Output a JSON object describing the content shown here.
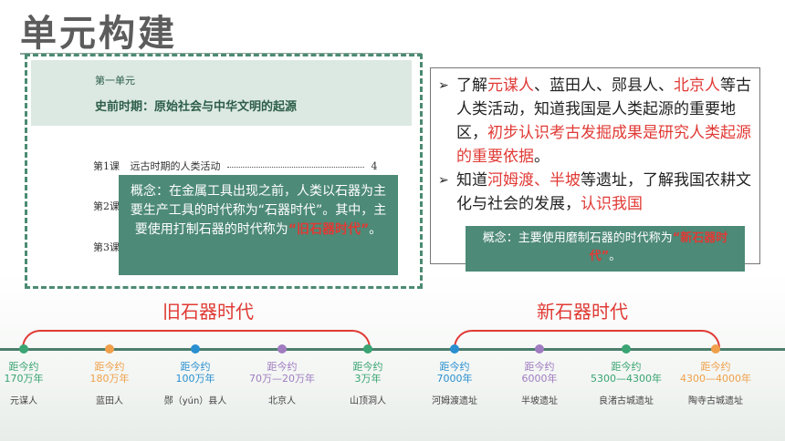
{
  "header": {
    "title": "单元构建"
  },
  "textbook": {
    "unit_no": "第一单元",
    "unit_title": "史前时期：原始社会与中华文明的起源",
    "lessons": [
      {
        "label": "第1课",
        "title": "远古时期的人类活动",
        "page": "4"
      },
      {
        "label": "第2课",
        "title": "",
        "page": ""
      },
      {
        "label": "第3课",
        "title": "",
        "page": ""
      }
    ]
  },
  "popup_old": {
    "text_a": "概念：在金属工具出现之前，人类以石器为主要生产工具的时代称为“石器时代”。其中，主要使用打制石器的时代称为",
    "highlight": "“旧石器时代”",
    "text_b": "。"
  },
  "popup_new": {
    "text_a": "概念：主要使用磨制石器的时代称为",
    "highlight": "“新石器时代”",
    "text_b": "。"
  },
  "goals": {
    "p1": [
      {
        "t": "了解",
        "r": false
      },
      {
        "t": "元谋人",
        "r": true
      },
      {
        "t": "、蓝田人、郧县人、",
        "r": false
      },
      {
        "t": "北京人",
        "r": true
      },
      {
        "t": "等古人类活动，知道我国是人类起源的重要地区，",
        "r": false
      },
      {
        "t": "初步认识考古发掘成果是研究人类起源的重要依据",
        "r": true
      },
      {
        "t": "。",
        "r": false
      }
    ],
    "p2": [
      {
        "t": "知道",
        "r": false
      },
      {
        "t": "河姆渡、半坡",
        "r": true
      },
      {
        "t": "等遗址，了解我国农耕文化与社会的发展，",
        "r": false
      },
      {
        "t": "认识我国",
        "r": true
      }
    ]
  },
  "eras": {
    "old": "旧石器时代",
    "new": "新石器时代"
  },
  "timeline": [
    {
      "prefix": "距今约",
      "time": "170万年",
      "name": "元谋人",
      "color": "#3aa472"
    },
    {
      "prefix": "距今约",
      "time": "180万年",
      "name": "蓝田人",
      "color": "#f0a04b"
    },
    {
      "prefix": "距今约",
      "time": "100万年",
      "name": "郧（yún）县人",
      "color": "#2a8fd0"
    },
    {
      "prefix": "距今约",
      "time": "70万—20万年",
      "name": "北京人",
      "color": "#a07cc0"
    },
    {
      "prefix": "距今约",
      "time": "3万年",
      "name": "山顶洞人",
      "color": "#3aa472"
    },
    {
      "prefix": "距今约",
      "time": "7000年",
      "name": "河姆渡遗址",
      "color": "#2a8fd0"
    },
    {
      "prefix": "距今约",
      "time": "6000年",
      "name": "半坡遗址",
      "color": "#a07cc0"
    },
    {
      "prefix": "距今约",
      "time": "5300—4300年",
      "name": "良渚古城遗址",
      "color": "#3aa472"
    },
    {
      "prefix": "距今约",
      "time": "4300—4000年",
      "name": "陶寺古城遗址",
      "color": "#f0a04b"
    }
  ]
}
